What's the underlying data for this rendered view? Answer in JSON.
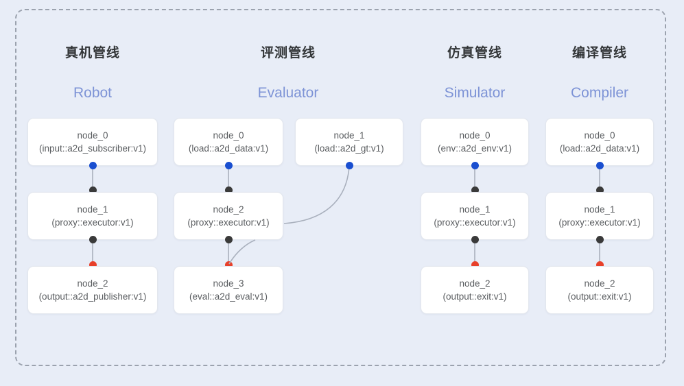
{
  "frame": {
    "label": "pipeline-overview-frame"
  },
  "accent_colors": {
    "background": "#e8edf7",
    "frame_border": "#9ba2ae",
    "node_fill": "#ffffff",
    "subtitle": "#7d93d6",
    "dot_blue": "#1a4fd0",
    "dot_black": "#3a3a3a",
    "dot_red": "#e8402a",
    "edge": "#b6bcc8",
    "text": "#5a5d60"
  },
  "columns": [
    {
      "id": "robot",
      "title": "真机管线",
      "subtitle": "Robot",
      "nodes": [
        {
          "name": "node_0",
          "kind": "(input::a2d_subscriber:v1)"
        },
        {
          "name": "node_1",
          "kind": "(proxy::executor:v1)"
        },
        {
          "name": "node_2",
          "kind": "(output::a2d_publisher:v1)"
        }
      ]
    },
    {
      "id": "evaluator",
      "title": "评测管线",
      "subtitle": "Evaluator",
      "nodes": [
        {
          "name": "node_0",
          "kind": "(load::a2d_data:v1)"
        },
        {
          "name": "node_2",
          "kind": "(proxy::executor:v1)"
        },
        {
          "name": "node_3",
          "kind": "(eval::a2d_eval:v1)"
        }
      ],
      "side_nodes": [
        {
          "name": "node_1",
          "kind": "(load::a2d_gt:v1)"
        }
      ]
    },
    {
      "id": "simulator",
      "title": "仿真管线",
      "subtitle": "Simulator",
      "nodes": [
        {
          "name": "node_0",
          "kind": "(env::a2d_env:v1)"
        },
        {
          "name": "node_1",
          "kind": "(proxy::executor:v1)"
        },
        {
          "name": "node_2",
          "kind": "(output::exit:v1)"
        }
      ]
    },
    {
      "id": "compiler",
      "title": "编译管线",
      "subtitle": "Compiler",
      "nodes": [
        {
          "name": "node_0",
          "kind": "(load::a2d_data:v1)"
        },
        {
          "name": "node_1",
          "kind": "(proxy::executor:v1)"
        },
        {
          "name": "node_2",
          "kind": "(output::exit:v1)"
        }
      ]
    }
  ]
}
